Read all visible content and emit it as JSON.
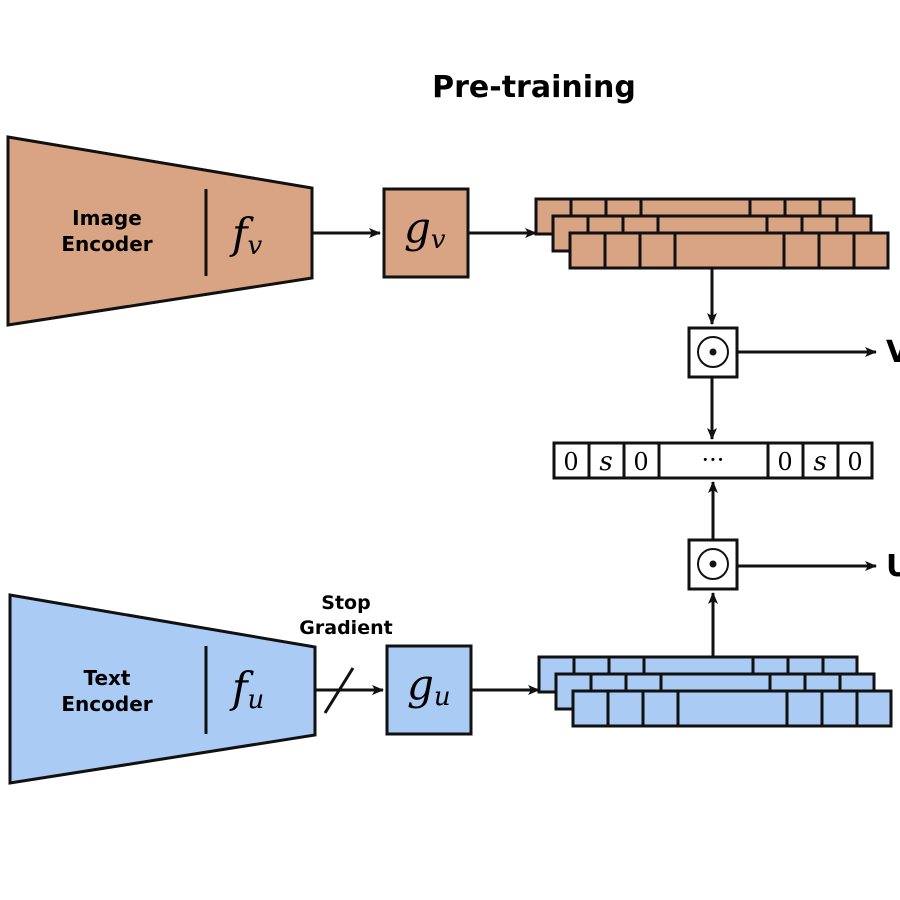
{
  "title": "Pre-training",
  "colors": {
    "image_fill": "#D9A483",
    "text_fill": "#AACBF4",
    "stroke": "#111111",
    "background": "#FFFFFF"
  },
  "image_branch": {
    "encoder_label_line1": "Image",
    "encoder_label_line2": "Encoder",
    "encoder_fn": "f",
    "encoder_fn_sub": "v",
    "projector_fn": "g",
    "projector_fn_sub": "v",
    "output_label": "V"
  },
  "text_branch": {
    "encoder_label_line1": "Text",
    "encoder_label_line2": "Encoder",
    "encoder_fn": "f",
    "encoder_fn_sub": "u",
    "projector_fn": "g",
    "projector_fn_sub": "u",
    "stop_gradient_line1": "Stop",
    "stop_gradient_line2": "Gradient",
    "output_label": "U"
  },
  "operator_symbol": "dot-product",
  "score_vector": {
    "cells": [
      "0",
      "s",
      "0",
      "···",
      "0",
      "s",
      "0"
    ]
  }
}
